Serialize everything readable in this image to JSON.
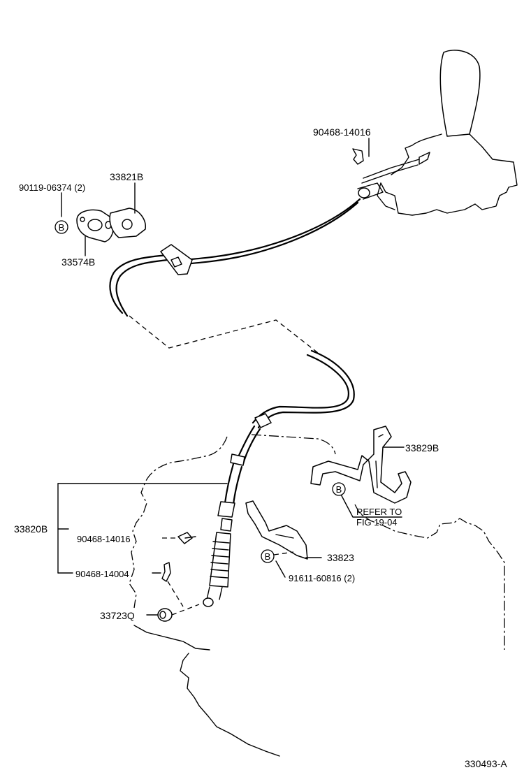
{
  "labels": {
    "p90468_14016_top": "90468-14016",
    "p33821B": "33821B",
    "p90119_06374": "90119-06374 (2)",
    "p33574B": "33574B",
    "p33829B": "33829B",
    "refer_line1": "REFER TO",
    "refer_line2": "FIG 19-04",
    "p33820B": "33820B",
    "p90468_14016_low": "90468-14016",
    "p90468_14004": "90468-14004",
    "p33823": "33823",
    "p91611_60816": "91611-60816 (2)",
    "p33723Q": "33723Q",
    "figure_number": "330493-A",
    "bolt_marker": "B"
  }
}
